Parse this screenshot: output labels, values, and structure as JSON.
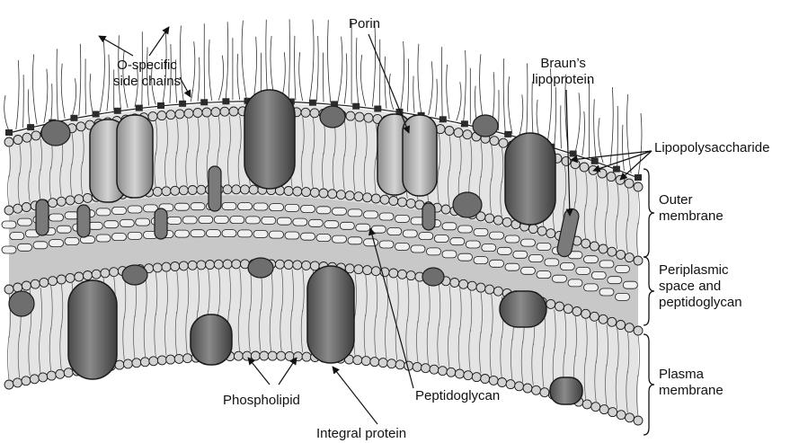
{
  "labels": {
    "o_specific_line1": "O-specific",
    "o_specific_line2": "side chains",
    "porin": "Porin",
    "brauns_line1": "Braun’s",
    "brauns_line2": "lipoprotein",
    "lipopolysaccharide": "Lipopolysaccharide",
    "outer_line1": "Outer",
    "outer_line2": "membrane",
    "peri_line1": "Periplasmic",
    "peri_line2": "space and",
    "peri_line3": "peptidoglycan",
    "plasma_line1": "Plasma",
    "plasma_line2": "membrane",
    "phospholipid": "Phospholipid",
    "peptidoglycan": "Peptidoglycan",
    "integral_protein": "Integral protein"
  },
  "colors": {
    "line": "#1a1a1a",
    "head": "#d2d2d2",
    "band": "#e4e4e4",
    "periplasm": "#c8c8c8",
    "protein_dark": "#6e6e6e",
    "protein_light": "#a9a9a9",
    "lps_block": "#2b2b2b"
  }
}
